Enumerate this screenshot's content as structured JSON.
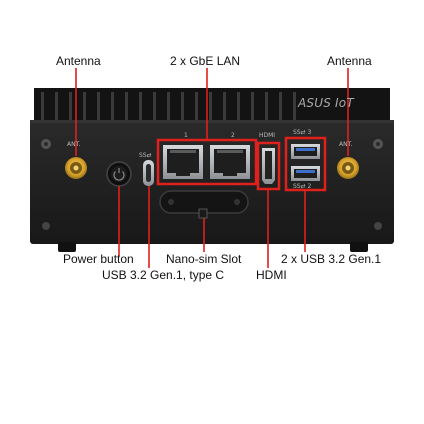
{
  "labels": {
    "antenna_left": "Antenna",
    "gbe_lan": "2 x GbE LAN",
    "antenna_right": "Antenna",
    "power_button": "Power button",
    "nano_sim_slot": "Nano-sim Slot",
    "usb_a": "2 x USB 3.2 Gen.1",
    "usb_c": "USB 3.2 Gen.1, type C",
    "hdmi": "HDMI"
  },
  "device": {
    "brand": "ASUS IoT",
    "ant_left_tag": "ANT.",
    "ant_right_tag": "ANT.",
    "lan1_tag": "1",
    "lan2_tag": "2",
    "hdmi_tag": "HDMI",
    "usb_top_tag": "SS⇄ 3",
    "usb_bottom_tag": "SS⇄ 2",
    "usbc_tag": "SS⇄"
  },
  "colors": {
    "chassis": "#1e1e1e",
    "fins": "#141414",
    "highlight": "#e0201b",
    "antenna_gold": "#d9a32c",
    "port_metal": "#b8bcc0"
  }
}
